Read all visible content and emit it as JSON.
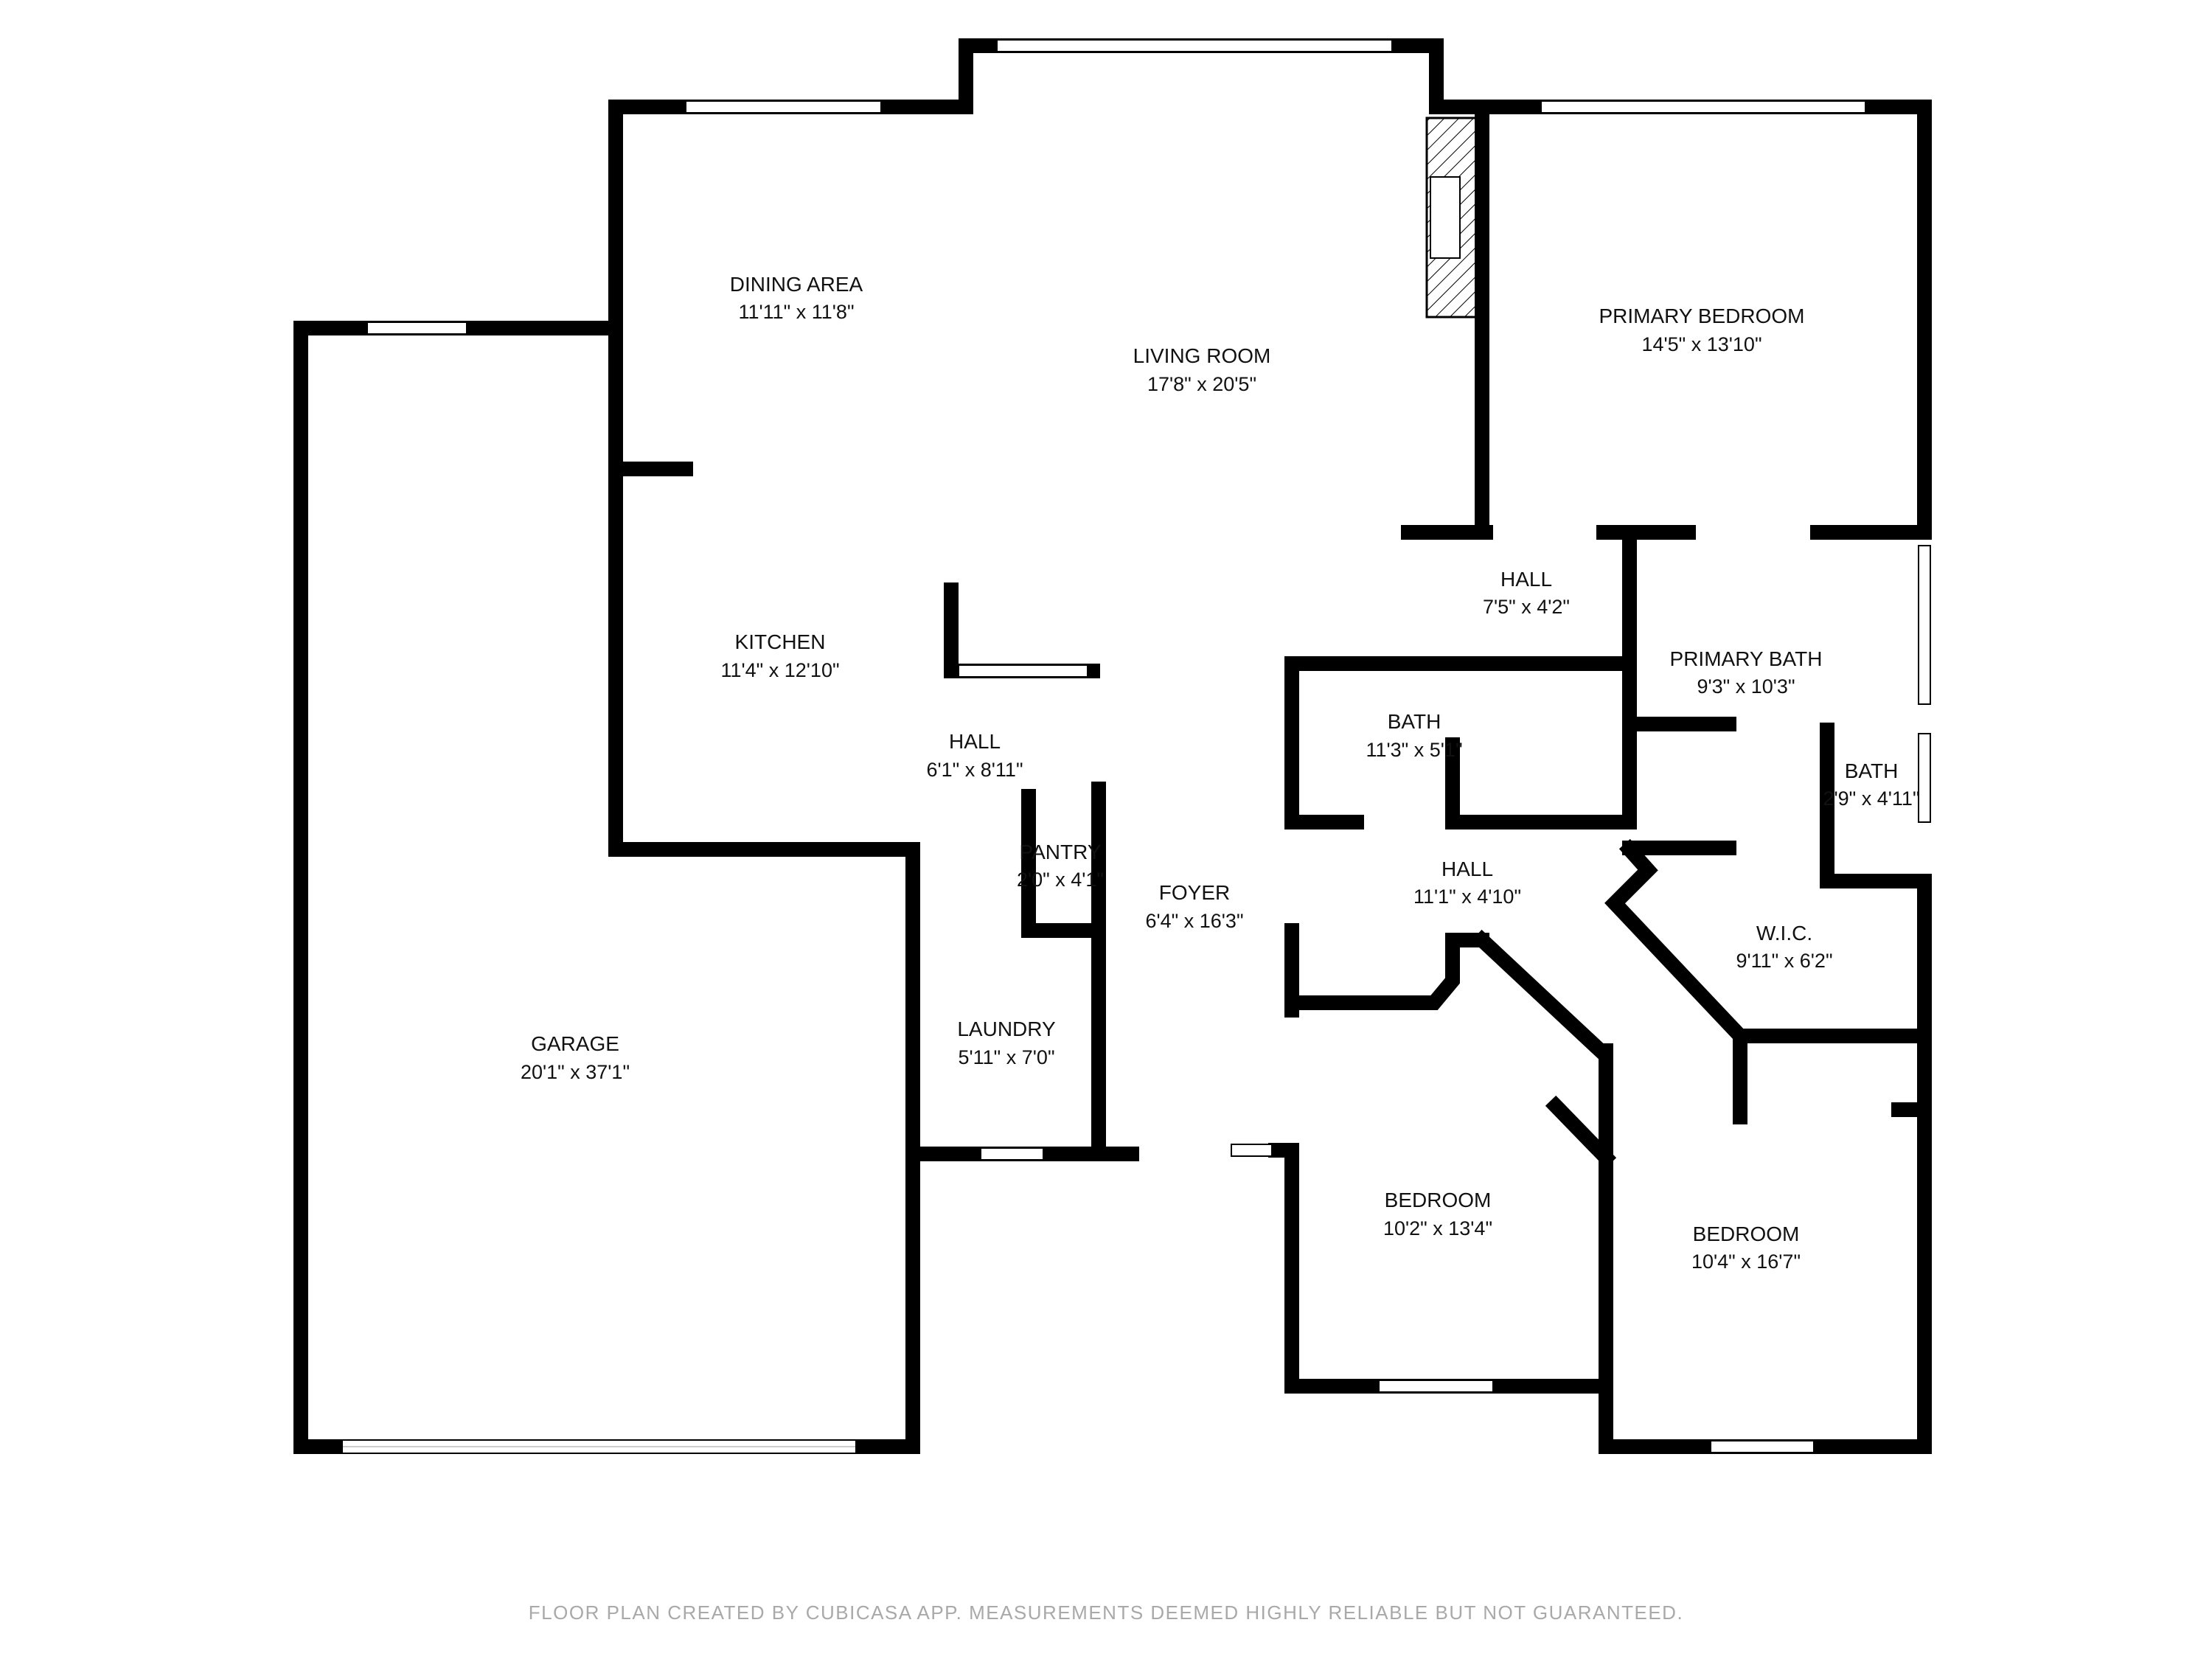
{
  "rooms": [
    {
      "name": "DINING AREA",
      "dim": "11'11\" x 11'8\""
    },
    {
      "name": "LIVING ROOM",
      "dim": "17'8\" x 20'5\""
    },
    {
      "name": "PRIMARY BEDROOM",
      "dim": "14'5\" x 13'10\""
    },
    {
      "name": "HALL",
      "dim": "7'5\" x 4'2\""
    },
    {
      "name": "PRIMARY BATH",
      "dim": "9'3\" x 10'3\""
    },
    {
      "name": "KITCHEN",
      "dim": "11'4\" x 12'10\""
    },
    {
      "name": "BATH",
      "dim": "11'3\" x 5'1\""
    },
    {
      "name": "HALL",
      "dim": "6'1\" x 8'11\""
    },
    {
      "name": "BATH",
      "dim": "2'9\" x 4'11\""
    },
    {
      "name": "PANTRY",
      "dim": "2'0\" x 4'1\""
    },
    {
      "name": "HALL",
      "dim": "11'1\" x 4'10\""
    },
    {
      "name": "FOYER",
      "dim": "6'4\" x 16'3\""
    },
    {
      "name": "W.I.C.",
      "dim": "9'11\" x 6'2\""
    },
    {
      "name": "GARAGE",
      "dim": "20'1\" x 37'1\""
    },
    {
      "name": "LAUNDRY",
      "dim": "5'11\" x 7'0\""
    },
    {
      "name": "BEDROOM",
      "dim": "10'2\" x 13'4\""
    },
    {
      "name": "BEDROOM",
      "dim": "10'4\" x 16'7\""
    }
  ],
  "footer": "FLOOR PLAN CREATED BY CUBICASA APP. MEASUREMENTS DEEMED HIGHLY RELIABLE BUT NOT GUARANTEED.",
  "colors": {
    "wall": "#000000",
    "window": "#ffffff",
    "footer_text": "#a9a9a9"
  }
}
